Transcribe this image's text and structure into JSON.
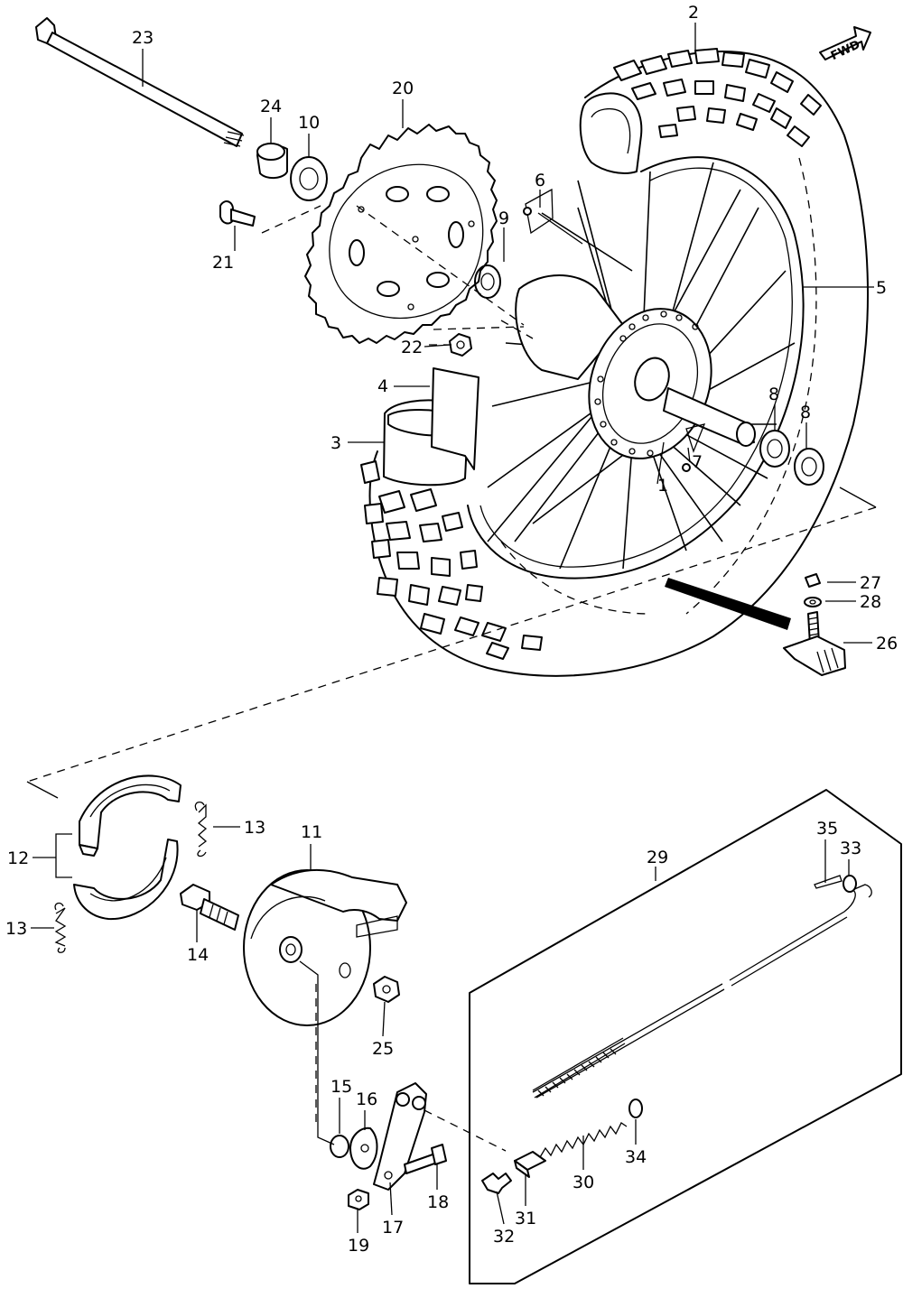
{
  "direction_marker": {
    "text": "FWD"
  },
  "callouts": [
    {
      "id": "c1",
      "text": "1"
    },
    {
      "id": "c2",
      "text": "2"
    },
    {
      "id": "c3",
      "text": "3"
    },
    {
      "id": "c4",
      "text": "4"
    },
    {
      "id": "c5",
      "text": "5"
    },
    {
      "id": "c6",
      "text": "6"
    },
    {
      "id": "c7",
      "text": "7"
    },
    {
      "id": "c8a",
      "text": "8"
    },
    {
      "id": "c8b",
      "text": "8"
    },
    {
      "id": "c9",
      "text": "9"
    },
    {
      "id": "c10",
      "text": "10"
    },
    {
      "id": "c11",
      "text": "11"
    },
    {
      "id": "c12",
      "text": "12"
    },
    {
      "id": "c13a",
      "text": "13"
    },
    {
      "id": "c13b",
      "text": "13"
    },
    {
      "id": "c14",
      "text": "14"
    },
    {
      "id": "c15",
      "text": "15"
    },
    {
      "id": "c16",
      "text": "16"
    },
    {
      "id": "c17",
      "text": "17"
    },
    {
      "id": "c18",
      "text": "18"
    },
    {
      "id": "c19",
      "text": "19"
    },
    {
      "id": "c20",
      "text": "20"
    },
    {
      "id": "c21",
      "text": "21"
    },
    {
      "id": "c22",
      "text": "22"
    },
    {
      "id": "c23",
      "text": "23"
    },
    {
      "id": "c24",
      "text": "24"
    },
    {
      "id": "c25",
      "text": "25"
    },
    {
      "id": "c26",
      "text": "26"
    },
    {
      "id": "c27",
      "text": "27"
    },
    {
      "id": "c28",
      "text": "28"
    },
    {
      "id": "c29",
      "text": "29"
    },
    {
      "id": "c30",
      "text": "30"
    },
    {
      "id": "c31",
      "text": "31"
    },
    {
      "id": "c32",
      "text": "32"
    },
    {
      "id": "c33",
      "text": "33"
    },
    {
      "id": "c34",
      "text": "34"
    },
    {
      "id": "c35",
      "text": "35"
    }
  ]
}
